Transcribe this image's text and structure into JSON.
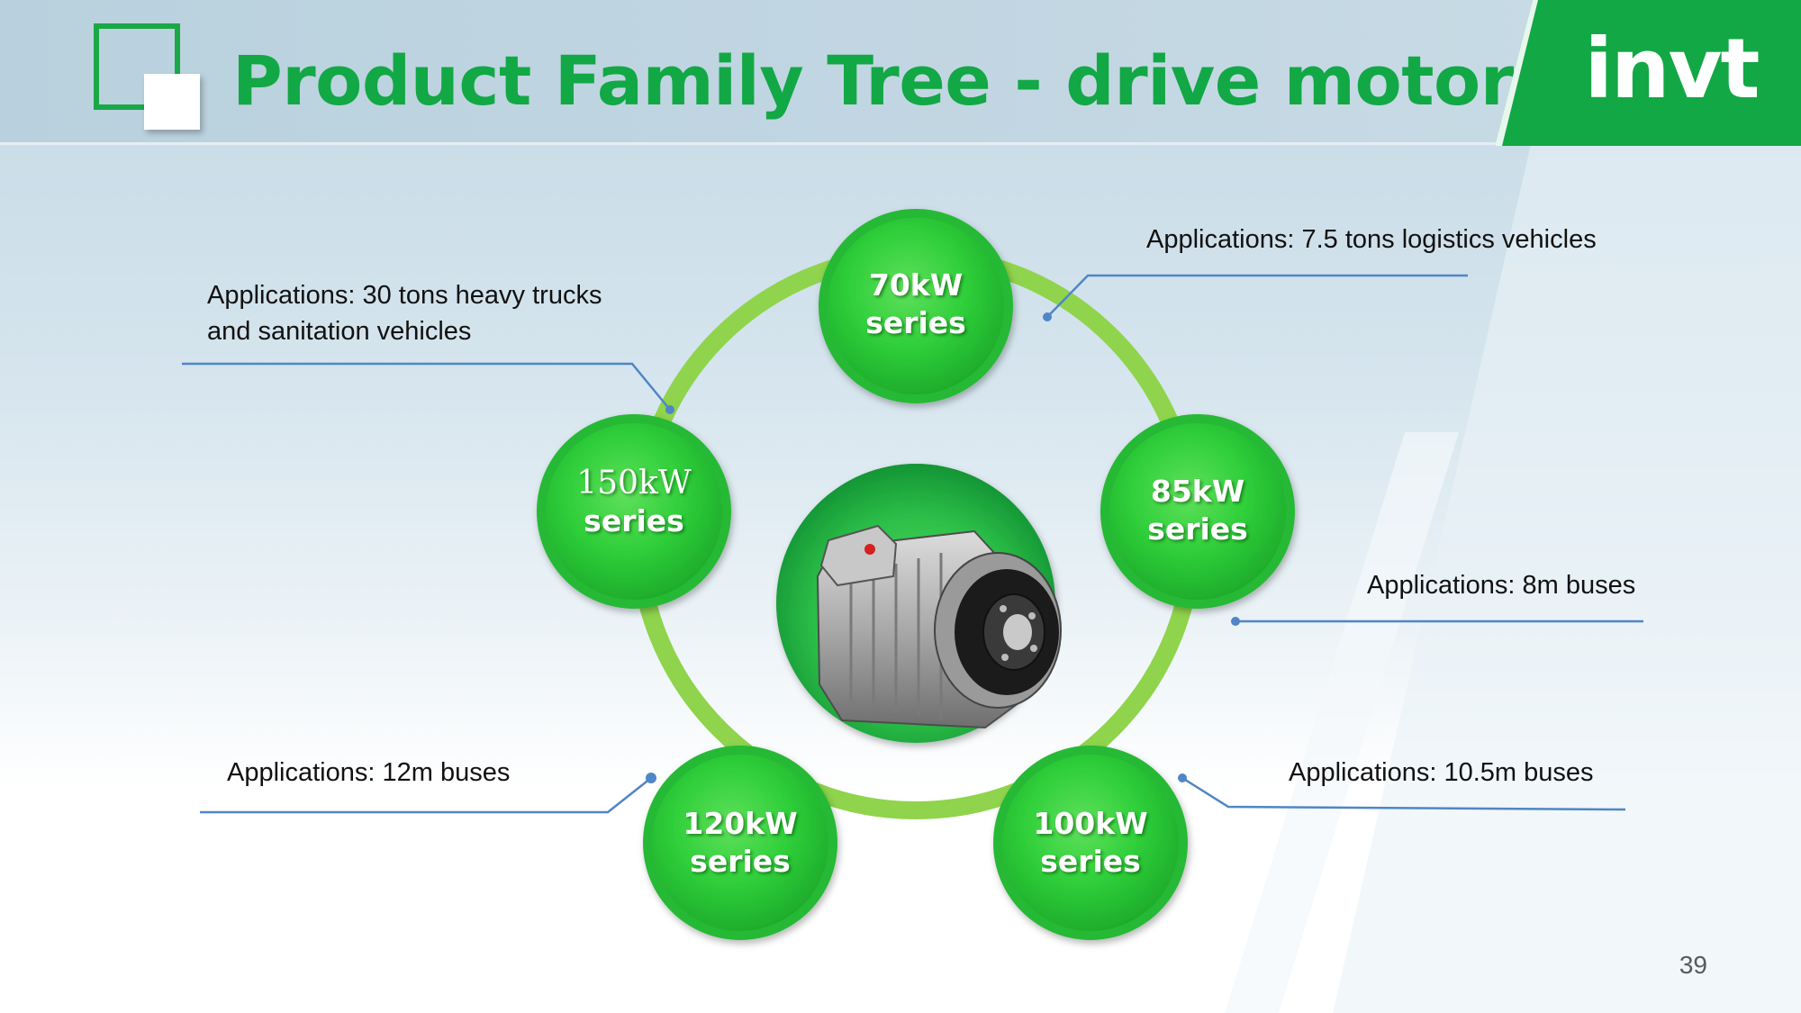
{
  "header": {
    "title": "Product Family Tree - drive motor",
    "logo_text": "invt",
    "brand_color": "#12a845"
  },
  "diagram": {
    "center_image": "drive-motor",
    "series": [
      {
        "id": "70",
        "power": "70kW",
        "suffix": "series",
        "application": "Applications: 7.5 tons logistics vehicles"
      },
      {
        "id": "85",
        "power": "85kW",
        "suffix": "series",
        "application": "Applications: 8m buses"
      },
      {
        "id": "100",
        "power": "100kW",
        "suffix": "series",
        "application": "Applications: 10.5m buses"
      },
      {
        "id": "120",
        "power": "120kW",
        "suffix": "series",
        "application": "Applications: 12m buses"
      },
      {
        "id": "150",
        "power": "150kW",
        "suffix": "series",
        "application_line1": "Applications: 30 tons heavy trucks",
        "application_line2": "and sanitation vehicles"
      }
    ],
    "colors": {
      "ring": "#8fd44c",
      "node": "#2ecc3c",
      "callout_line": "#4f86c6"
    }
  },
  "footer": {
    "page_number": "39"
  }
}
